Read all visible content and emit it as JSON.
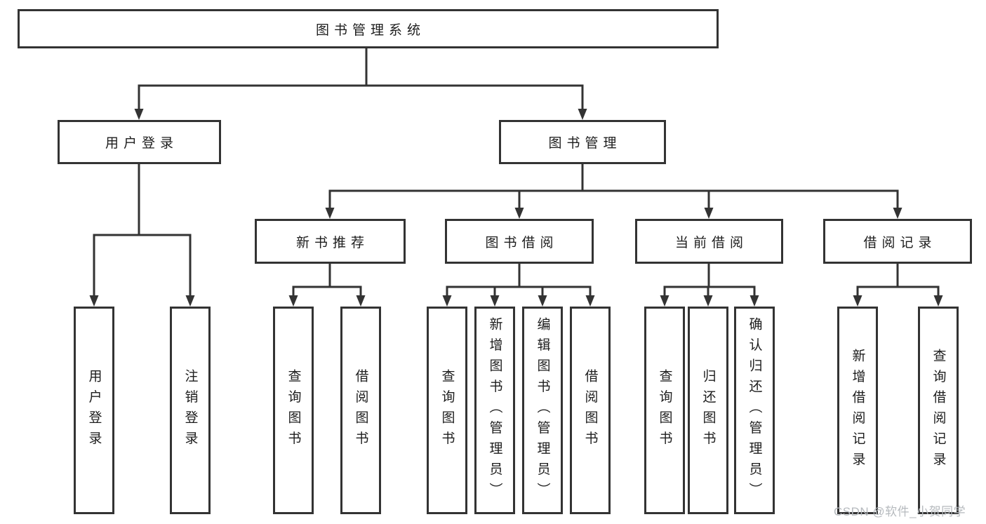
{
  "diagram": {
    "root": {
      "label": "图书管理系统"
    },
    "user_login": {
      "label": "用户登录",
      "children": {
        "login": {
          "label": "用户登录"
        },
        "logout": {
          "label": "注销登录"
        }
      }
    },
    "book_management": {
      "label": "图书管理",
      "children": {
        "new_book_recommend": {
          "label": "新书推荐",
          "children": {
            "query_book": {
              "label": "查询图书"
            },
            "borrow_book": {
              "label": "借阅图书"
            }
          }
        },
        "book_borrow": {
          "label": "图书借阅",
          "children": {
            "query_book": {
              "label": "查询图书"
            },
            "add_book": {
              "label": "新增图书（管理员）"
            },
            "edit_book": {
              "label": "编辑图书（管理员）"
            },
            "borrow_book": {
              "label": "借阅图书"
            }
          }
        },
        "current_borrow": {
          "label": "当前借阅",
          "children": {
            "query_book": {
              "label": "查询图书"
            },
            "return_book": {
              "label": "归还图书"
            },
            "confirm_return": {
              "label": "确认归还（管理员）"
            }
          }
        },
        "borrow_records": {
          "label": "借阅记录",
          "children": {
            "add_record": {
              "label": "新增借阅记录"
            },
            "query_record": {
              "label": "查询借阅记录"
            }
          }
        }
      }
    }
  },
  "watermark": {
    "text": "CSDN @软件_小贺同学"
  },
  "colors": {
    "line": "#333333",
    "text": "#1d1d1d",
    "watermark_gray": "#b6babe",
    "background": "#ffffff"
  }
}
